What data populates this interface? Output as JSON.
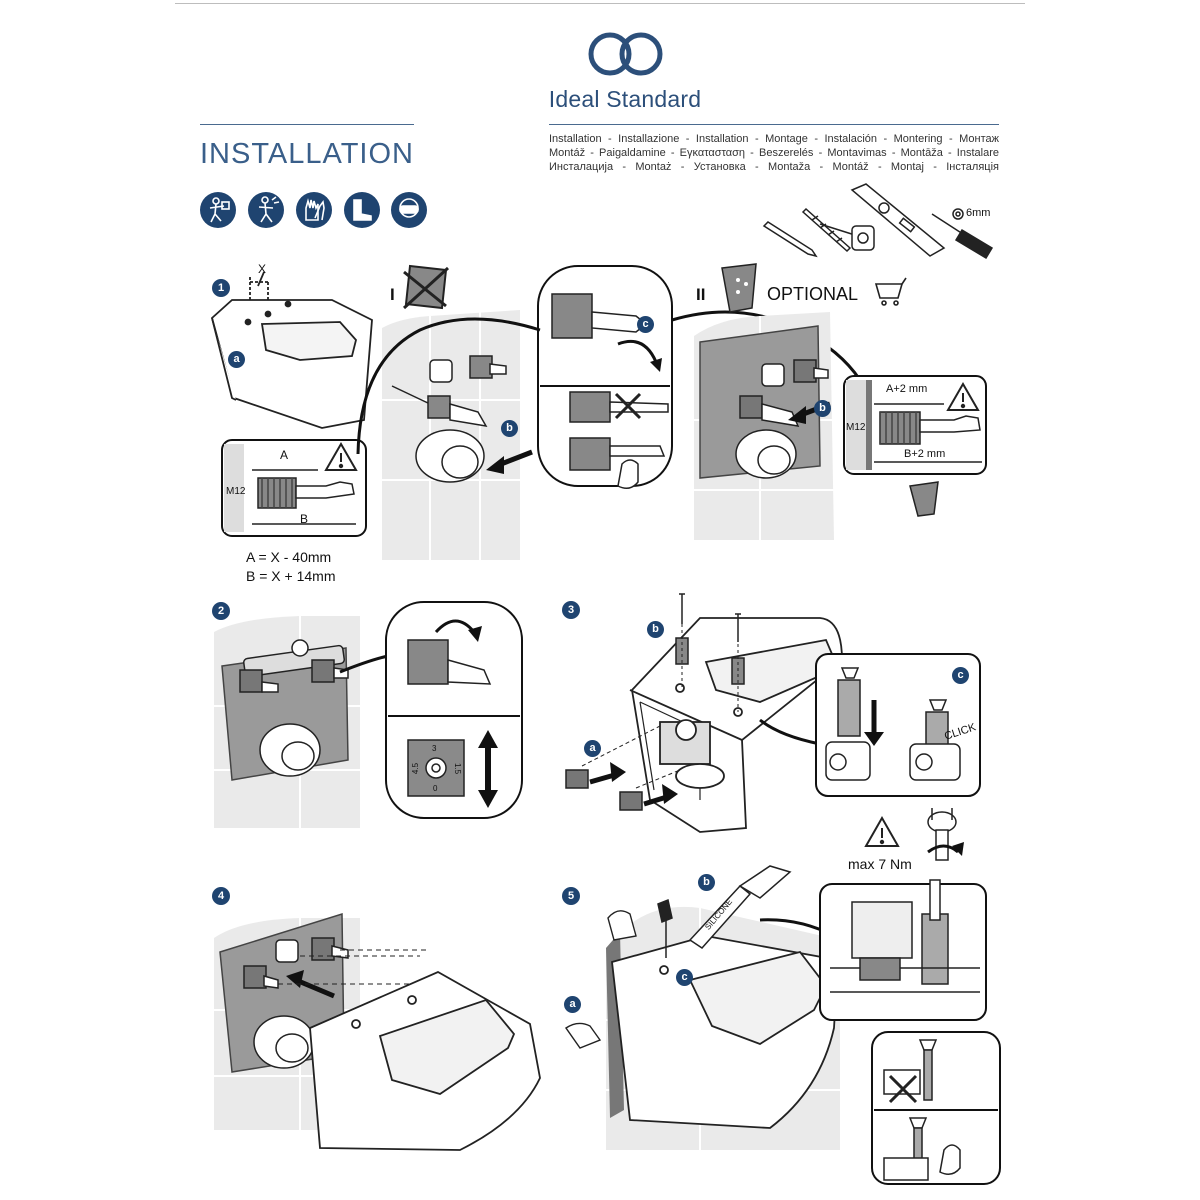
{
  "header": {
    "brand_name": "Ideal Standard",
    "title": "INSTALLATION",
    "languages": [
      "Installation - Installazione - Installation - Montage - Instalación - Montering - Монтаж",
      "Montáž - Paigaldamine - Εγκατασταση - Beszerelés - Montavimas - Montāža - Instalare",
      "Инсталација - Montaż - Установка - Montaža - Montáž - Montaj - Інсталяція"
    ],
    "ppe_icons": [
      "worker-lifting-icon",
      "back-injury-icon",
      "gloves-icon",
      "safety-boots-icon",
      "safety-goggles-icon"
    ],
    "tools": {
      "drill_bit_label": "6mm",
      "icons": [
        "pencil-icon",
        "drill-bit-icon",
        "tape-measure-icon",
        "spirit-level-icon",
        "screwdriver-icon"
      ]
    }
  },
  "steps": [
    {
      "number": "1",
      "subs": [
        "a",
        "b",
        "c",
        "b"
      ],
      "option_one": "I",
      "option_two": "II",
      "optional_label": "OPTIONAL",
      "dim_a": "A",
      "dim_b": "B",
      "thread": "M12",
      "dim_a_plus": "A+2 mm",
      "dim_b_plus": "B+2 mm",
      "measure_x": "X",
      "formula_a": "A = X - 40mm",
      "formula_b": "B = X + 14mm"
    },
    {
      "number": "2",
      "dial_values": [
        "3",
        "1.5",
        "0",
        "4.5"
      ]
    },
    {
      "number": "3",
      "subs": [
        "a",
        "b",
        "c"
      ],
      "click_label": "CLICK"
    },
    {
      "number": "4"
    },
    {
      "number": "5",
      "subs": [
        "a",
        "b",
        "c"
      ],
      "silicone_label": "SILICONE",
      "torque_label": "max 7 Nm"
    }
  ],
  "colors": {
    "brand_blue": "#1f4470",
    "title_blue": "#3a5f8a",
    "wall_grey": "#e6e6e6",
    "frame_grey": "#8c8c8c"
  }
}
